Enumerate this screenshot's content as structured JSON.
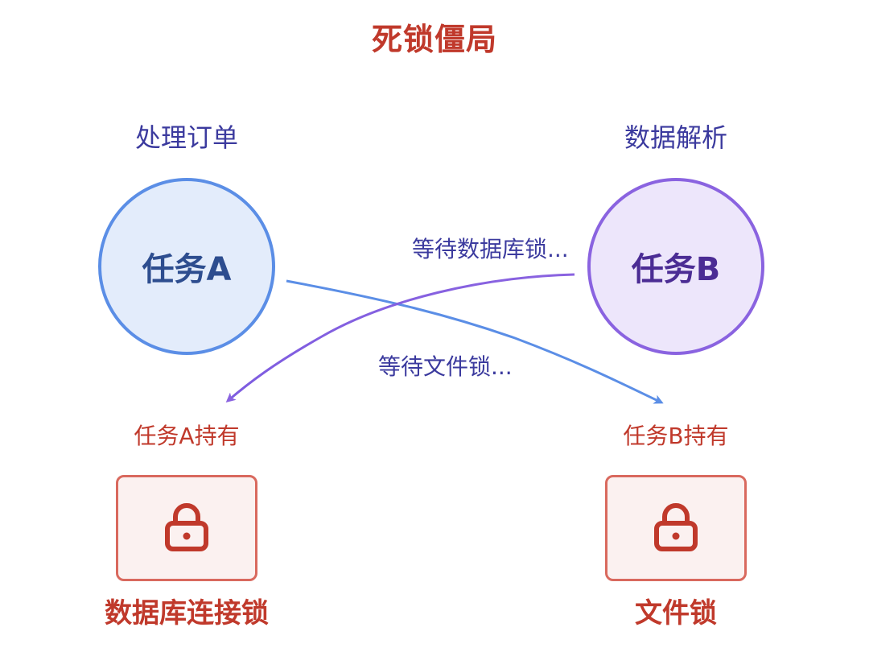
{
  "title": "死锁僵局",
  "task_a": {
    "label": "处理订单",
    "name": "任务A",
    "holds": "任务A持有",
    "waits_for": "等待文件锁..."
  },
  "task_b": {
    "label": "数据解析",
    "name": "任务B",
    "holds": "任务B持有",
    "waits_for": "等待数据库锁..."
  },
  "locks": {
    "left": {
      "name": "数据库连接锁",
      "icon": "lock-icon"
    },
    "right": {
      "name": "文件锁",
      "icon": "lock-icon"
    }
  },
  "colors": {
    "title": "#c0392b",
    "task_a_border": "#5b8ee6",
    "task_a_fill": "#e3ecfb",
    "task_b_border": "#8a63e0",
    "task_b_fill": "#ede6fb",
    "lock": "#c0392b",
    "lock_fill": "#fbf1f0",
    "label": "#3b3a9e"
  }
}
